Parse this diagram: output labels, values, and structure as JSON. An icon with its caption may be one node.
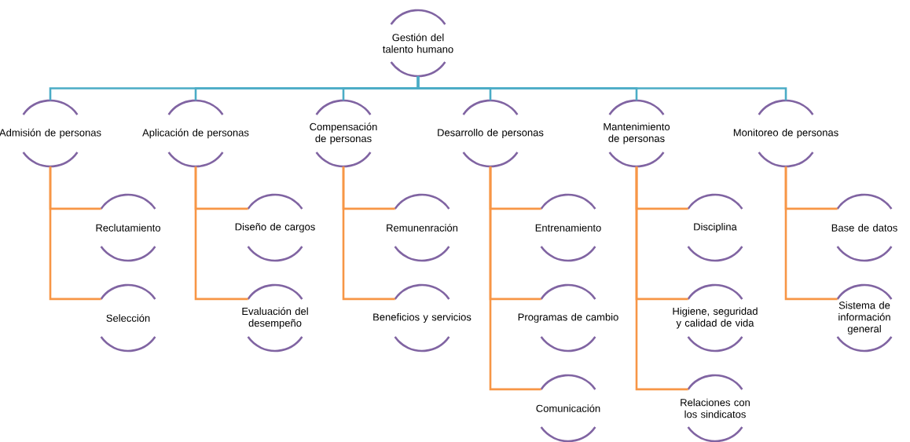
{
  "diagram": {
    "nodes": [
      {
        "text": [
          "Gestión del talento humano"
        ]
      },
      {
        "text": [
          "Admisión de personas"
        ]
      },
      {
        "text": [
          "Aplicación de personas"
        ]
      },
      {
        "text": [
          "Compensación de personas"
        ]
      },
      {
        "text": [
          "Desarrollo de personas"
        ]
      },
      {
        "text": [
          "Mantenimiento de personas"
        ]
      },
      {
        "text": [
          "Monitoreo de personas"
        ]
      },
      {
        "text": [
          "Reclutamiento"
        ]
      },
      {
        "text": [
          "Selección"
        ]
      },
      {
        "text": [
          "Diseño de cargos"
        ]
      },
      {
        "text": [
          "Evaluación del desempeño"
        ]
      },
      {
        "text": [
          "Remunenración"
        ]
      },
      {
        "text": [
          "Beneficios y servicios"
        ]
      },
      {
        "text": [
          "Entrenamiento"
        ]
      },
      {
        "text": [
          "Programas de cambio"
        ]
      },
      {
        "text": [
          "Comunicación"
        ]
      },
      {
        "text": [
          "Disciplina"
        ]
      },
      {
        "text": [
          "Higiene, seguridad y calidad de vida"
        ]
      },
      {
        "text": [
          "Relaciones con los sindicatos"
        ]
      },
      {
        "text": [
          "Base de datos"
        ]
      },
      {
        "text": [
          "Sistema de información general"
        ]
      }
    ],
    "edges": [
      {
        "from": 0,
        "to": 1,
        "arrow": "none",
        "color": "#4bacc6"
      },
      {
        "from": 0,
        "to": 2,
        "arrow": "none",
        "color": "#4bacc6"
      },
      {
        "from": 0,
        "to": 3,
        "arrow": "none",
        "color": "#4bacc6"
      },
      {
        "from": 0,
        "to": 4,
        "arrow": "none",
        "color": "#4bacc6"
      },
      {
        "from": 0,
        "to": 5,
        "arrow": "none",
        "color": "#4bacc6"
      },
      {
        "from": 0,
        "to": 6,
        "arrow": "none",
        "color": "#4bacc6"
      },
      {
        "from": 1,
        "to": 7,
        "arrow": "none"
      },
      {
        "from": 1,
        "to": 8,
        "arrow": "none"
      },
      {
        "from": 2,
        "to": 9,
        "arrow": "none"
      },
      {
        "from": 2,
        "to": 10,
        "arrow": "none"
      },
      {
        "from": 3,
        "to": 11,
        "arrow": "none"
      },
      {
        "from": 3,
        "to": 12,
        "arrow": "none"
      },
      {
        "from": 4,
        "to": 13,
        "arrow": "none"
      },
      {
        "from": 4,
        "to": 14,
        "arrow": "none"
      },
      {
        "from": 4,
        "to": 15,
        "arrow": "none"
      },
      {
        "from": 5,
        "to": 16,
        "arrow": "none"
      },
      {
        "from": 5,
        "to": 17,
        "arrow": "none"
      },
      {
        "from": 5,
        "to": 18,
        "arrow": "none"
      },
      {
        "from": 6,
        "to": 19,
        "arrow": "none"
      },
      {
        "from": 6,
        "to": 20,
        "arrow": "none"
      }
    ]
  }
}
